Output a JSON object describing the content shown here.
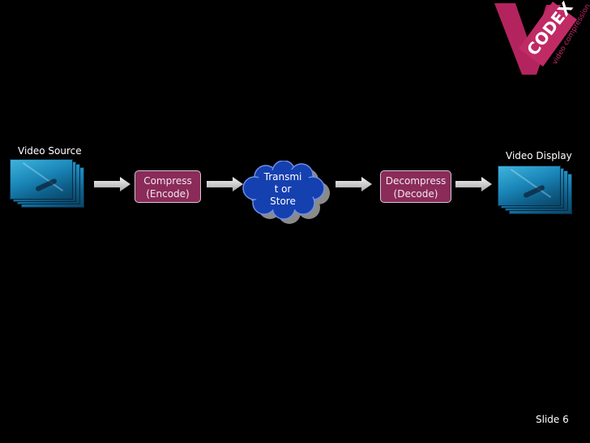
{
  "logo": {
    "letter": "V",
    "brand": "CODEX",
    "tagline": "video compression",
    "color": "#b3245e"
  },
  "diagram": {
    "source_label": "Video Source",
    "display_label": "Video Display",
    "compress": {
      "line1": "Compress",
      "line2": "(Encode)"
    },
    "transmit": {
      "line1": "Transmi",
      "line2": "t or",
      "line3": "Store"
    },
    "decompress": {
      "line1": "Decompress",
      "line2": "(Decode)"
    },
    "colors": {
      "process_fill": "#8a2b5a",
      "cloud_fill": "#1540b0",
      "arrow": "#d0d0d0"
    }
  },
  "footer": {
    "slide_number": "Slide 6"
  }
}
